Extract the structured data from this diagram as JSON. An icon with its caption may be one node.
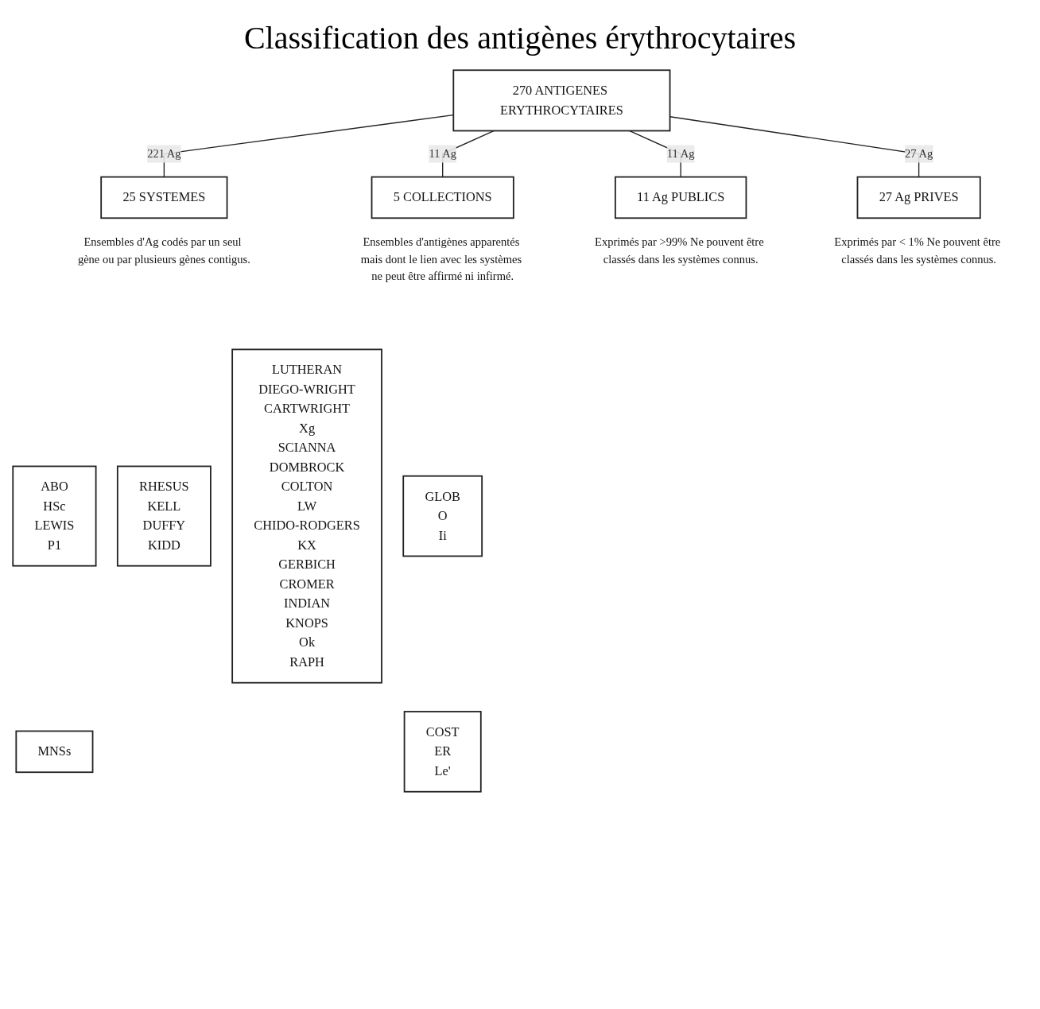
{
  "diagram": {
    "title": "Classification des antigènes érythrocytaires",
    "nodes": [
      {
        "text": [
          "270 ANTIGENES ERYTHROCYTAIRES"
        ]
      },
      {
        "text": [
          "25 SYSTEMES"
        ],
        "beside": [
          "Ensembles d'Ag codés par un seul gène ou par plusieurs gènes contigus."
        ]
      },
      {
        "text": [
          "5 COLLECTIONS"
        ],
        "beside": [
          "Ensembles d'antigènes apparentés mais dont le lien avec les systèmes ne peut être affirmé ni infirmé."
        ]
      },
      {
        "text": [
          "11 Ag PUBLICS"
        ],
        "beside": [
          "Exprimés par >99% Ne pouvent être classés dans les systèmes connus."
        ]
      },
      {
        "text": [
          "27 Ag PRIVES"
        ],
        "beside": [
          "Exprimés par < 1% Ne pouvent être classés dans les systèmes connus."
        ]
      },
      {
        "text": [
          "ABO",
          "HSc",
          "LEWIS",
          "P1"
        ]
      },
      {
        "text": [
          "RHESUS",
          "KELL",
          "DUFFY",
          "KIDD"
        ]
      },
      {
        "text": [
          "LUTHERAN",
          "DIEGO-WRIGHT",
          "CARTWRIGHT",
          "Xg",
          "SCIANNA",
          "DOMBROCK",
          "COLTON",
          "LW",
          "CHIDO-RODGERS",
          "KX",
          "GERBICH",
          "CROMER",
          "INDIAN",
          "KNOPS",
          "Ok",
          "RAPH"
        ]
      },
      {
        "text": [
          "MNSs"
        ]
      },
      {
        "text": [
          "GLOB",
          "O",
          "Ii"
        ]
      },
      {
        "text": [
          "COST",
          "ER",
          "Le'"
        ]
      }
    ],
    "edges": [
      {
        "from": 0,
        "to": 1,
        "arrow": "none",
        "label": "221 Ag"
      },
      {
        "from": 0,
        "to": 2,
        "arrow": "none",
        "label": "11 Ag"
      },
      {
        "from": 0,
        "to": 3,
        "arrow": "none",
        "label": "11 Ag"
      },
      {
        "from": 0,
        "to": 4,
        "arrow": "none",
        "label": "27 Ag"
      }
    ]
  }
}
